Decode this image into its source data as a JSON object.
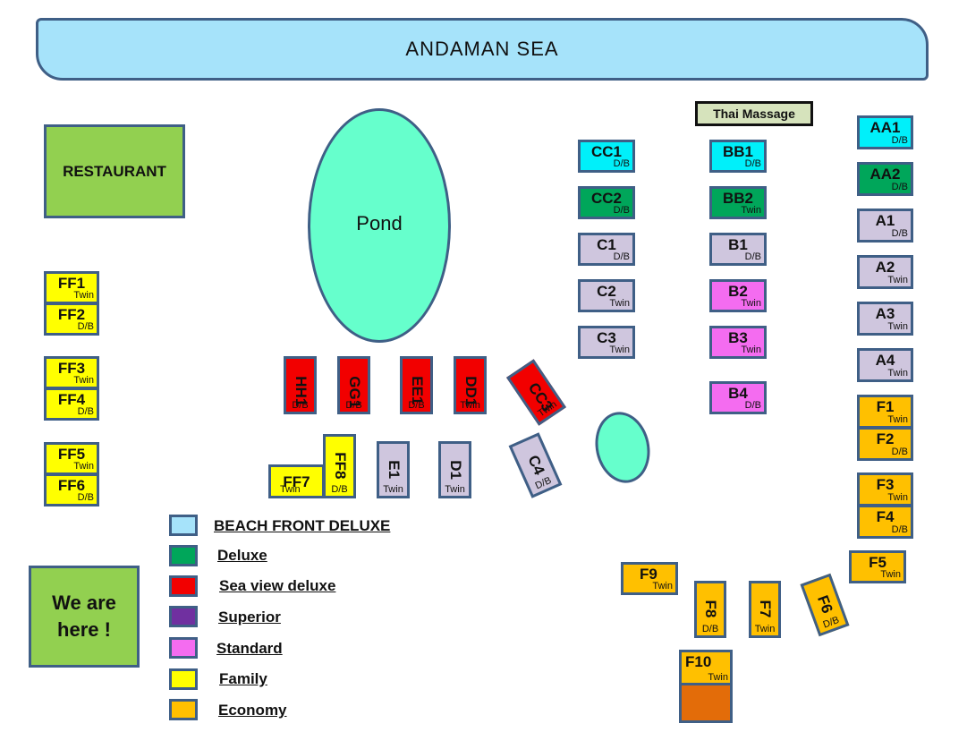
{
  "sea_label": "ANDAMAN SEA",
  "restaurant_label": "RESTAURANT",
  "pond_label": "Pond",
  "thai_massage_label": "Thai Massage",
  "we_are_here_label": "We are here !",
  "legend": [
    {
      "label": "BEACH FRONT DELUXE",
      "color": "#a6e3fa"
    },
    {
      "label": "Deluxe",
      "color": "#00a65a"
    },
    {
      "label": "Sea view deluxe",
      "color": "#f20000"
    },
    {
      "label": "Superior",
      "color": "#7030a0"
    },
    {
      "label": "Standard",
      "color": "#f46cf0"
    },
    {
      "label": "Family",
      "color": "#ffff00"
    },
    {
      "label": "Economy",
      "color": "#ffc000"
    }
  ],
  "rooms": {
    "CC1": {
      "name": "CC1",
      "type": "D/B"
    },
    "CC2": {
      "name": "CC2",
      "type": "D/B"
    },
    "C1": {
      "name": "C1",
      "type": "D/B"
    },
    "C2": {
      "name": "C2",
      "type": "Twin"
    },
    "C3": {
      "name": "C3",
      "type": "Twin"
    },
    "BB1": {
      "name": "BB1",
      "type": "D/B"
    },
    "BB2": {
      "name": "BB2",
      "type": "Twin"
    },
    "B1": {
      "name": "B1",
      "type": "D/B"
    },
    "B2": {
      "name": "B2",
      "type": "Twin"
    },
    "B3": {
      "name": "B3",
      "type": "Twin"
    },
    "B4": {
      "name": "B4",
      "type": "D/B"
    },
    "AA1": {
      "name": "AA1",
      "type": "D/B"
    },
    "AA2": {
      "name": "AA2",
      "type": "D/B"
    },
    "A1": {
      "name": "A1",
      "type": "D/B"
    },
    "A2": {
      "name": "A2",
      "type": "Twin"
    },
    "A3": {
      "name": "A3",
      "type": "Twin"
    },
    "A4": {
      "name": "A4",
      "type": "Twin"
    },
    "F1": {
      "name": "F1",
      "type": "Twin"
    },
    "F2": {
      "name": "F2",
      "type": "D/B"
    },
    "F3": {
      "name": "F3",
      "type": "Twin"
    },
    "F4": {
      "name": "F4",
      "type": "D/B"
    },
    "F5": {
      "name": "F5",
      "type": "Twin"
    },
    "F6": {
      "name": "F6",
      "type": "D/B"
    },
    "F7": {
      "name": "F7",
      "type": "Twin"
    },
    "F8": {
      "name": "F8",
      "type": "D/B"
    },
    "F9": {
      "name": "F9",
      "type": "Twin"
    },
    "F10": {
      "name": "F10",
      "type": "Twin"
    },
    "FF1": {
      "name": "FF1",
      "type": "Twin"
    },
    "FF2": {
      "name": "FF2",
      "type": "D/B"
    },
    "FF3": {
      "name": "FF3",
      "type": "Twin"
    },
    "FF4": {
      "name": "FF4",
      "type": "D/B"
    },
    "FF5": {
      "name": "FF5",
      "type": "Twin"
    },
    "FF6": {
      "name": "FF6",
      "type": "D/B"
    },
    "FF7": {
      "name": "FF7",
      "type": "Twin"
    },
    "FF8": {
      "name": "FF8",
      "type": "D/B"
    },
    "HH1": {
      "name": "HH1",
      "type": "D/B"
    },
    "GG1": {
      "name": "GG1",
      "type": "D/B"
    },
    "EE1": {
      "name": "EE1",
      "type": "D/B"
    },
    "DD1": {
      "name": "DD1",
      "type": "Twin"
    },
    "CC3": {
      "name": "CC3",
      "type": "Twin"
    },
    "E1": {
      "name": "E1",
      "type": "Twin"
    },
    "D1": {
      "name": "D1",
      "type": "Twin"
    },
    "C4": {
      "name": "C4",
      "type": "D/B"
    }
  }
}
